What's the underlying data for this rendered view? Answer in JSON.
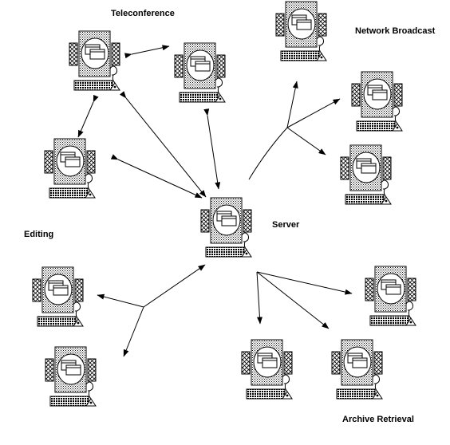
{
  "labels": {
    "teleconference": "Teleconference",
    "network_broadcast": "Network Broadcast",
    "editing": "Editing",
    "server": "Server",
    "archive_retrieval": "Archive Retrieval"
  },
  "workstations": [
    {
      "id": "tele-1",
      "group": "teleconference"
    },
    {
      "id": "tele-2",
      "group": "teleconference"
    },
    {
      "id": "broadcast-1",
      "group": "network-broadcast"
    },
    {
      "id": "broadcast-2",
      "group": "network-broadcast"
    },
    {
      "id": "broadcast-3",
      "group": "network-broadcast"
    },
    {
      "id": "edit-top",
      "group": "editing"
    },
    {
      "id": "server",
      "group": "server"
    },
    {
      "id": "edit-1",
      "group": "editing"
    },
    {
      "id": "edit-2",
      "group": "editing"
    },
    {
      "id": "archive-1",
      "group": "archive-retrieval"
    },
    {
      "id": "archive-2",
      "group": "archive-retrieval"
    },
    {
      "id": "archive-3",
      "group": "archive-retrieval"
    }
  ],
  "colors": {
    "ink": "#000000",
    "paper": "#ffffff"
  }
}
